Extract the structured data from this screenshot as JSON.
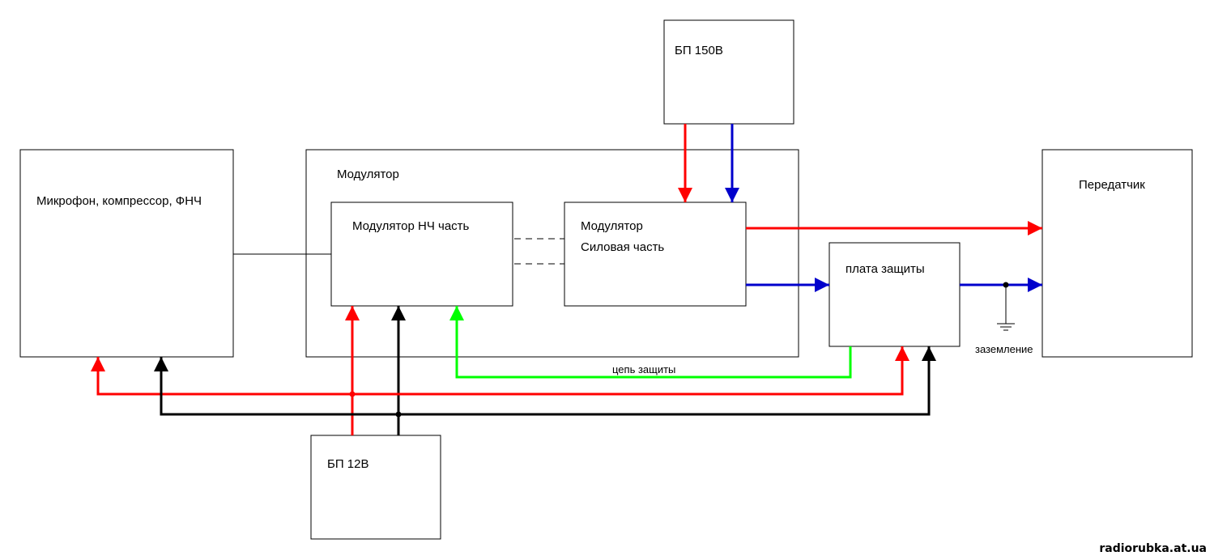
{
  "colors": {
    "power_plus": "#ff0000",
    "power_minus": "#000000",
    "hv_plus": "#ff0000",
    "hv_minus": "#0000cc",
    "protection": "#00ff00"
  },
  "blocks": {
    "psu_150": "БП 150В",
    "microphone": "Микрофон, компрессор, ФНЧ",
    "modulator": "Модулятор",
    "lf_part": "Модулятор НЧ часть",
    "power_part_line1": "Модулятор",
    "power_part_line2": "Силовая часть",
    "protection_board": "плата защиты",
    "transmitter": "Передатчик",
    "psu_12": "БП 12В"
  },
  "labels": {
    "protection_circuit": "цепь защиты",
    "ground": "заземление"
  },
  "watermark": "radiorubka.at.ua"
}
